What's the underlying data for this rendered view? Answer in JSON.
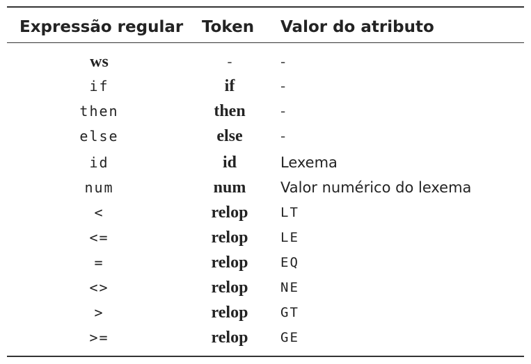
{
  "header": {
    "expression": "Expressão regular",
    "token": "Token",
    "attribute": "Valor do atributo"
  },
  "rows": [
    {
      "expression": "ws",
      "token": "-",
      "attribute": "-"
    },
    {
      "expression": "if",
      "token": "if",
      "attribute": "-"
    },
    {
      "expression": "then",
      "token": "then",
      "attribute": "-"
    },
    {
      "expression": "else",
      "token": "else",
      "attribute": "-"
    },
    {
      "expression": "id",
      "token": "id",
      "attribute": "Lexema"
    },
    {
      "expression": "num",
      "token": "num",
      "attribute": "Valor numérico do lexema"
    },
    {
      "expression": "<",
      "token": "relop",
      "attribute": "LT"
    },
    {
      "expression": "<=",
      "token": "relop",
      "attribute": "LE"
    },
    {
      "expression": "=",
      "token": "relop",
      "attribute": "EQ"
    },
    {
      "expression": "<>",
      "token": "relop",
      "attribute": "NE"
    },
    {
      "expression": ">",
      "token": "relop",
      "attribute": "GT"
    },
    {
      "expression": ">=",
      "token": "relop",
      "attribute": "GE"
    }
  ]
}
